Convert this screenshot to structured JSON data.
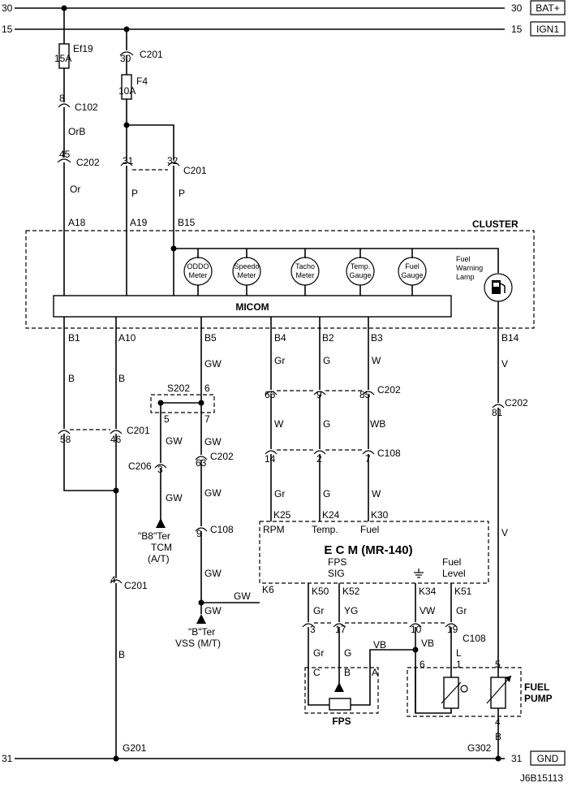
{
  "rails": {
    "bat_num_left": "30",
    "bat_num_right": "30",
    "bat_label": "BAT+",
    "ign_num_left": "15",
    "ign_num_right": "15",
    "ign_label": "IGN1",
    "gnd_num_left": "31",
    "gnd_num_right": "31",
    "gnd_label": "GND"
  },
  "fuses": {
    "ef19": {
      "name": "Ef19",
      "rating": "15A"
    },
    "f4": {
      "name": "F4",
      "rating": "10A"
    }
  },
  "connectors": {
    "c201_top": {
      "pin": "30",
      "name": "C201"
    },
    "c102": {
      "pin": "8",
      "name": "C102"
    },
    "c202_top": {
      "pin": "45",
      "name": "C202"
    },
    "c201_pair": {
      "pin_a": "31",
      "pin_b": "32",
      "name": "C201"
    },
    "c202_mid": {
      "pin_a": "66",
      "pin_b": "9",
      "pin_c": "85",
      "name": "C202"
    },
    "c108_mid": {
      "pin_a": "14",
      "pin_b": "2",
      "pin_c": "7",
      "name": "C108"
    },
    "c201_mid": {
      "pin_a": "58",
      "pin_b": "46",
      "name": "C201"
    },
    "c206": {
      "pin": "3",
      "name": "C206"
    },
    "c202_vss": {
      "pin": "63",
      "name": "C202"
    },
    "c108_vss": {
      "pin": "9",
      "name": "C108"
    },
    "c201_low": {
      "pin": "4",
      "name": "C201"
    },
    "c202_right": {
      "pin": "81",
      "name": "C202"
    },
    "c108_low": {
      "pin_a": "3",
      "pin_b": "17",
      "pin_c": "10",
      "pin_d": "19",
      "name": "C108"
    }
  },
  "splice": {
    "name": "S202",
    "pin_top": "6",
    "pin_a": "5",
    "pin_b": "7"
  },
  "wires": {
    "orb": "OrB",
    "or": "Or",
    "p1": "P",
    "p2": "P",
    "b_left1": "B",
    "b_left2": "B",
    "b_low": "B",
    "b_pump": "B",
    "gw1": "GW",
    "gw2": "GW",
    "gw3": "GW",
    "gw4": "GW",
    "gw5": "GW",
    "gw6": "GW",
    "gw7": "GW",
    "gw8": "GW",
    "gr1": "Gr",
    "gr2": "Gr",
    "gr3": "Gr",
    "gr4": "Gr",
    "gr5": "Gr",
    "g1": "G",
    "g2": "G",
    "g3": "G",
    "w1": "W",
    "w2": "W",
    "w3": "W",
    "wb": "WB",
    "yg": "YG",
    "vw": "VW",
    "vb1": "VB",
    "vb2": "VB",
    "v1": "V",
    "v2": "V",
    "l": "L"
  },
  "cluster": {
    "title": "CLUSTER",
    "micom": "MICOM",
    "terminals": {
      "a18": "A18",
      "a19": "A19",
      "b15": "B15",
      "b1": "B1",
      "a10": "A10",
      "b5": "B5",
      "b4": "B4",
      "b2": "B2",
      "b3": "B3",
      "b14": "B14"
    },
    "gauges": [
      {
        "l1": "ODDO",
        "l2": "Meter"
      },
      {
        "l1": "Speedo",
        "l2": "Meter"
      },
      {
        "l1": "Tacho",
        "l2": "Meter"
      },
      {
        "l1": "Temp.",
        "l2": "Gauge"
      },
      {
        "l1": "Fuel",
        "l2": "Gauge"
      }
    ],
    "lamp": {
      "l1": "Fuel",
      "l2": "Warning",
      "l3": "Lamp"
    }
  },
  "ecm": {
    "title": "E C M (MR-140)",
    "k25": "K25",
    "k24": "K24",
    "k30": "K30",
    "rpm": "RPM",
    "temp": "Temp.",
    "fuel": "Fuel",
    "k6": "K6",
    "fps_sig_1": "FPS",
    "fps_sig_2": "SIG",
    "fuel_level_1": "Fuel",
    "fuel_level_2": "Level",
    "k50": "K50",
    "k52": "K52",
    "k34": "K34",
    "k51": "K51"
  },
  "fps": {
    "name": "FPS",
    "pin_c": "C",
    "pin_b": "B",
    "pin_a": "A"
  },
  "fuel_pump": {
    "name_1": "FUEL",
    "name_2": "PUMP",
    "pin6": "6",
    "pin1": "1",
    "pin5": "5",
    "pin4": "4"
  },
  "external": {
    "b8_1": "\"B8\"Ter",
    "b8_2": "TCM",
    "b8_3": "(A/T)",
    "vss_1": "\"B\"Ter",
    "vss_2": "VSS (M/T)"
  },
  "grounds": {
    "g201": "G201",
    "g302": "G302"
  },
  "figure_id": "J6B15113"
}
